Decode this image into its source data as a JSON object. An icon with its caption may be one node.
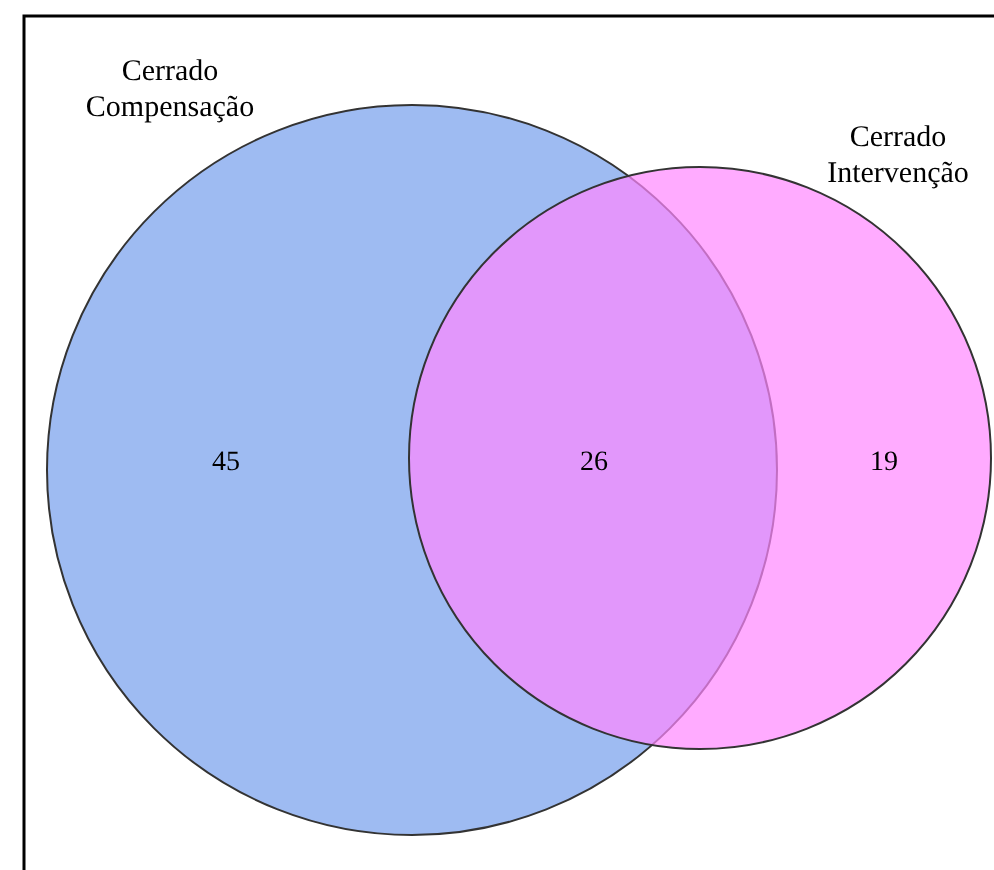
{
  "diagram": {
    "nodes": [
      {
        "text": [
          "Cerrado Compensação"
        ]
      },
      {
        "text": [
          "Cerrado Intervenção"
        ]
      }
    ],
    "labels": [
      "45",
      "26",
      "19"
    ]
  }
}
